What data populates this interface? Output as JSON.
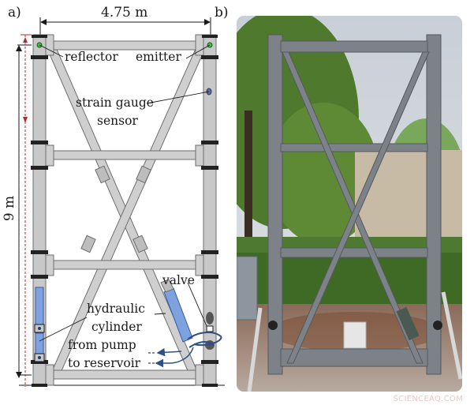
{
  "figure": {
    "panel_a_label": "a)",
    "panel_b_label": "b)",
    "width_dimension": "4.75 m",
    "height_dimension": "9 m",
    "annotations": {
      "reflector": "reflector",
      "emitter": "emitter",
      "strain_gauge_line1": "strain gauge",
      "strain_gauge_line2": "sensor",
      "valve": "valve",
      "hydraulic_line1": "hydraulic",
      "hydraulic_line2": "cylinder",
      "from_pump": "from pump",
      "to_reservoir": "to reservoir"
    },
    "colors": {
      "steel": "#c8c8c8",
      "steel_edge": "#6e6e6e",
      "hydraulic_blue": "#6f95d6",
      "hose_blue": "#2f4f86",
      "dimension_red": "#b03030",
      "sensor_green": "#3fbf3f"
    }
  },
  "photo": {
    "description": "Photograph of steel test frame outdoors with trees and bushes behind"
  },
  "watermark": "SCIENCEAQ.COM"
}
